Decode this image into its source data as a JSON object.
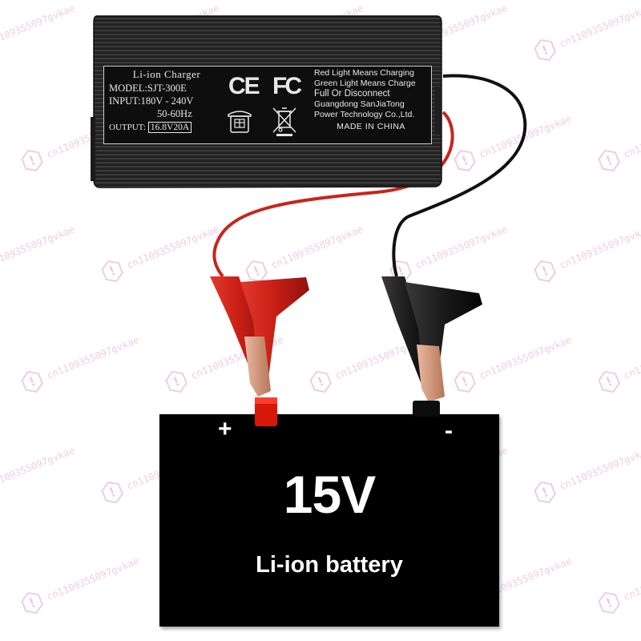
{
  "charger": {
    "title": "Li-ion Charger",
    "model": "MODEL:SJT-300E",
    "input": "INPUT:180V - 240V",
    "frequency": "50-60Hz",
    "output_label": "OUTPUT:",
    "output_value": "16.8V20A",
    "mark_ce": "CE",
    "mark_fc": "FC",
    "info_line1": "Red Light Means Charging",
    "info_line2": "Green Light Means Charge",
    "info_line3": "Full Or Disconnect",
    "manufacturer_line1": "Guangdong SanJiaTong",
    "manufacturer_line2": "Power Technology Co.,Ltd.",
    "origin": "MADE IN CHINA",
    "icons": [
      "indoor-use-icon",
      "weee-crossed-bin-icon"
    ]
  },
  "battery": {
    "positive_terminal": "+",
    "negative_terminal": "-",
    "voltage": "15V",
    "type": "Li-ion battery"
  },
  "clips": {
    "positive_color": "#d42a1e",
    "negative_color": "#1a1a1a"
  },
  "watermark": {
    "text": "cn1109355097gvkae",
    "color": "#d98fd0"
  }
}
